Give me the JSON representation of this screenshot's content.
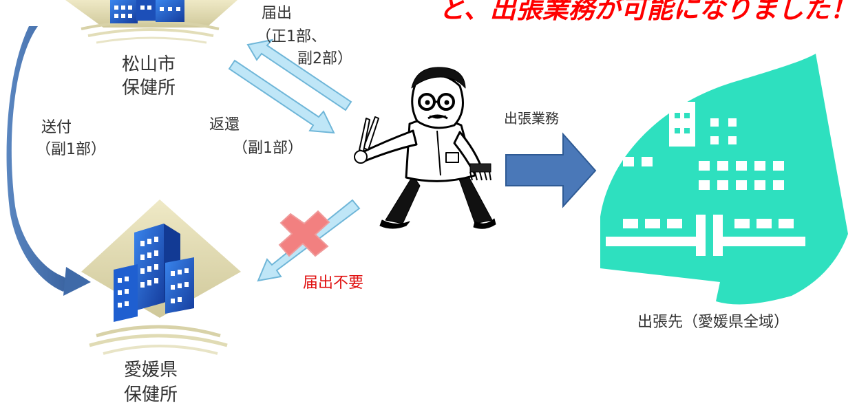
{
  "banner": {
    "text": "と、出張業務が可能になりました！"
  },
  "nodes": {
    "matsuyama": {
      "line1": "松山市",
      "line2": "保健所"
    },
    "ehime": {
      "line1": "愛媛県",
      "line2": "保健所"
    },
    "destination": {
      "label": "出張先（愛媛県全域）"
    }
  },
  "flows": {
    "submit": {
      "label": "届出",
      "detail1": "（正1部、",
      "detail2": "副2部）"
    },
    "return": {
      "label": "返還",
      "detail": "（副1部）"
    },
    "forward": {
      "label": "送付",
      "detail": "（副1部）"
    },
    "not_required": {
      "label": "届出不要"
    },
    "business_trip": {
      "label": "出張業務"
    }
  },
  "colors": {
    "banner_red": "#ff0000",
    "arrow_blue": "#3f6aa8",
    "arrow_light": "#bfe6f7",
    "arrow_light_edge": "#6fb6d8",
    "teal": "#2ee0bf",
    "building_blue": "#1f5fd0",
    "building_tan": "#d8d3a8",
    "cross_pink": "#f28080",
    "note_red": "#e01010"
  }
}
